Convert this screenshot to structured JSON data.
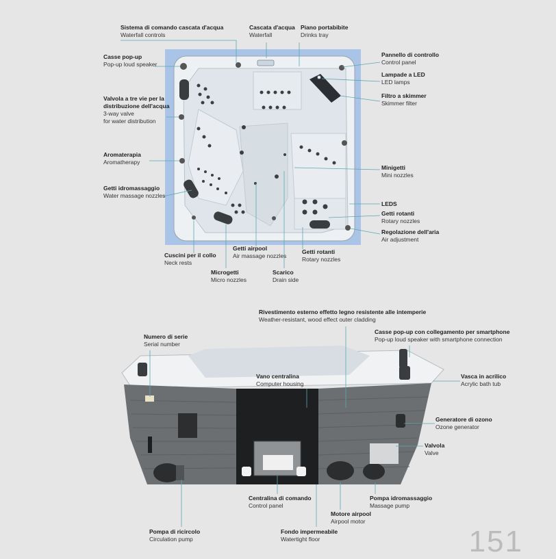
{
  "top_labels": {
    "waterfall_controls": {
      "it": "Sistema di comando cascata d'acqua",
      "en": "Waterfall controls"
    },
    "waterfall": {
      "it": "Cascata d'acqua",
      "en": "Waterfall"
    },
    "drinks_tray": {
      "it": "Piano portabibite",
      "en": "Drinks tray"
    },
    "popup_speaker": {
      "it": "Casse pop-up",
      "en": "Pop-up loud speaker"
    },
    "control_panel": {
      "it": "Pannello di controllo",
      "en": "Control panel"
    },
    "led_lamps": {
      "it": "Lampade a LED",
      "en": "LED lamps"
    },
    "skimmer": {
      "it": "Filtro a skimmer",
      "en": "Skimmer filter"
    },
    "three_way_valve": {
      "it1": "Valvola a tre vie per la",
      "it2": "distribuzione dell'acqua",
      "en1": "3-way valve",
      "en2": "for water distribution"
    },
    "aromatherapy": {
      "it": "Aromaterapia",
      "en": "Aromatherapy"
    },
    "mini_nozzles": {
      "it": "Minigetti",
      "en": "Mini nozzles"
    },
    "water_massage": {
      "it": "Getti idromassaggio",
      "en": "Water massage nozzles"
    },
    "leds": {
      "it": "LEDS"
    },
    "rotary_right": {
      "it": "Getti rotanti",
      "en": "Rotary nozzles"
    },
    "air_adjustment": {
      "it": "Regolazione dell'aria",
      "en": "Air adjustment"
    },
    "neck_rests": {
      "it": "Cuscini per il collo",
      "en": "Neck rests"
    },
    "airpool": {
      "it": "Getti airpool",
      "en": "Air massage nozzles"
    },
    "rotary_bottom": {
      "it": "Getti rotanti",
      "en": "Rotary nozzles"
    },
    "micro": {
      "it": "Microgetti",
      "en": "Micro nozzles"
    },
    "drain": {
      "it": "Scarico",
      "en": "Drain side"
    }
  },
  "bottom_labels": {
    "cladding": {
      "it": "Rivestimento esterno effetto legno resistente alle intemperie",
      "en": "Weather-resistant, wood effect outer cladding"
    },
    "smart_speaker": {
      "it": "Casse pop-up con collegamento per smartphone",
      "en": "Pop-up loud speaker with smartphone connection"
    },
    "serial": {
      "it": "Numero di serie",
      "en": "Serial number"
    },
    "computer_housing": {
      "it": "Vano centralina",
      "en": "Computer housing"
    },
    "acrylic_tub": {
      "it": "Vasca in acrilico",
      "en": "Acrylic bath tub"
    },
    "ozone": {
      "it": "Generatore di ozono",
      "en": "Ozone generator"
    },
    "valve": {
      "it": "Valvola",
      "en": "Valve"
    },
    "control_unit": {
      "it": "Centralina di comando",
      "en": "Control panel"
    },
    "massage_pump": {
      "it": "Pompa idromassaggio",
      "en": "Massage pump"
    },
    "airpool_motor": {
      "it": "Motore airpool",
      "en": "Airpool motor"
    },
    "circulation_pump": {
      "it": "Pompa di ricircolo",
      "en": "Circulation pump"
    },
    "watertight_floor": {
      "it": "Fondo impermeabile",
      "en": "Watertight floor"
    }
  },
  "page_number": "151",
  "colors": {
    "bg": "#e6e6e6",
    "top_frame": "#a9c4e6",
    "shell": "#f4f6f8",
    "panel": "#6d6f71",
    "line": "#5aa7b2"
  }
}
